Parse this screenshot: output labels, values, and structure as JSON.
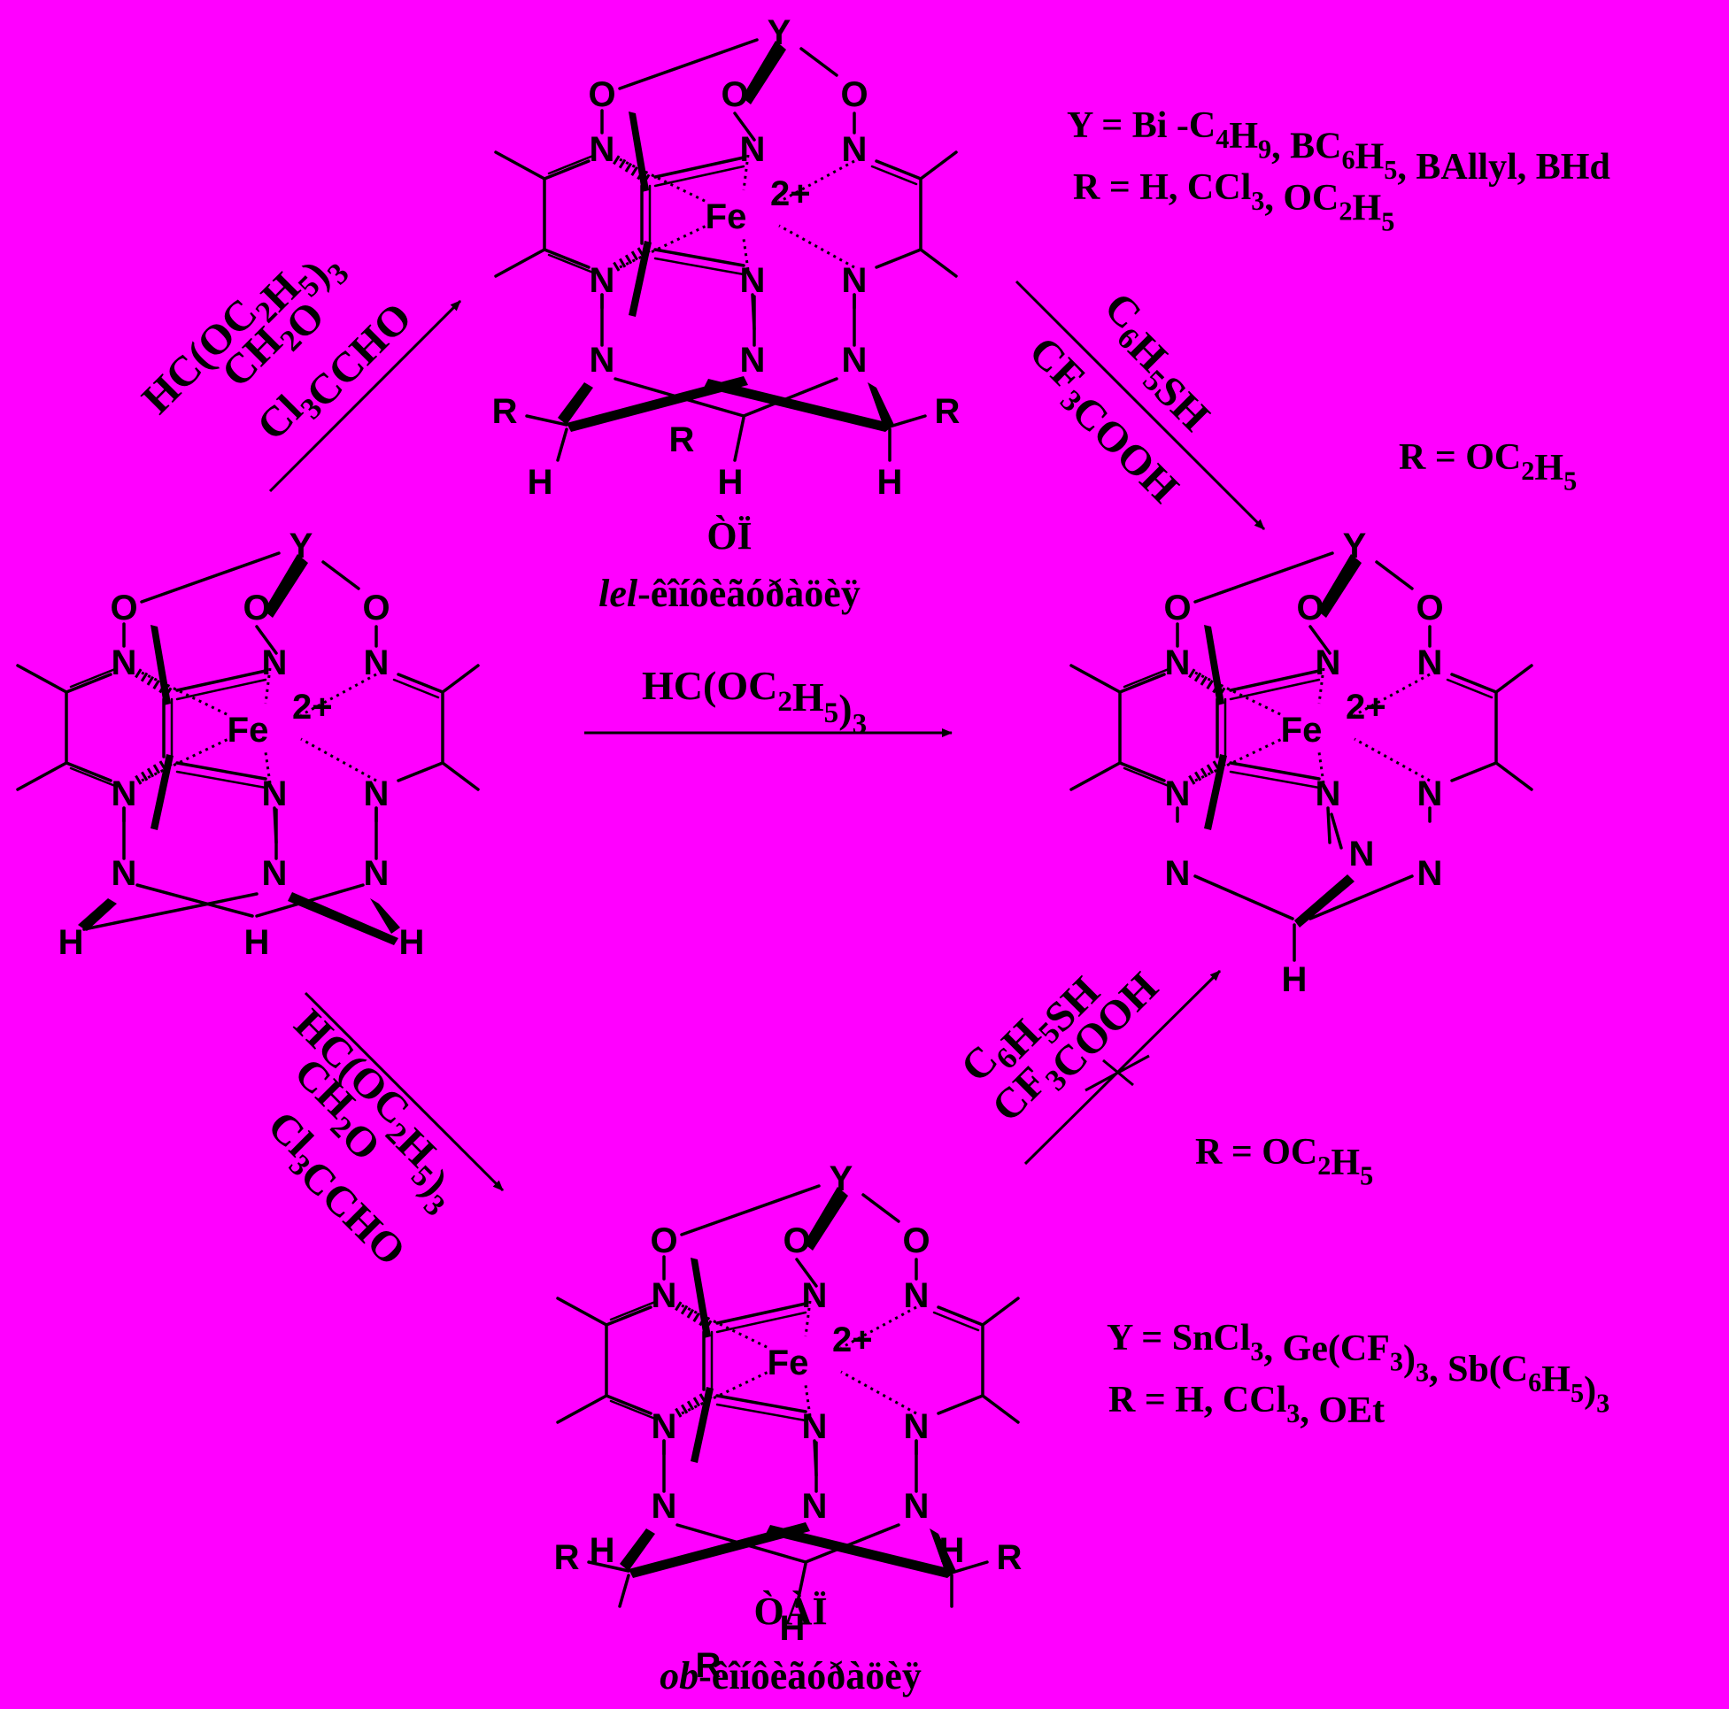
{
  "atoms": {
    "o": "O",
    "n": "N",
    "h": "H",
    "r": "R",
    "y": "Y",
    "fe": "Fe",
    "fe_charge": "2+"
  },
  "reagents": {
    "top_left": [
      "HC(OC2H5)3",
      "CH2O",
      "Cl3CCHO"
    ],
    "middle": "HC(OC2H5)3",
    "top_right": [
      "C6H5SH",
      "CF3COOH"
    ],
    "bottom_left": [
      "HC(OC2H5)3",
      "CH2O",
      "Cl3CCHO"
    ],
    "bottom_right": [
      "C6H5SH",
      "CF3COOH"
    ]
  },
  "conditions": {
    "top": [
      "Y = Bi -C4H9, BC6H5, BAllyl, BHd",
      "R = H, CCl3, OC2H5"
    ],
    "right": "R = OC2H5",
    "bottom_right": "R = OC2H5",
    "bottom": [
      "Y = SnCl3, Ge(CF3)3, Sb(C6H5)3",
      "R = H, CCl3, OEt"
    ]
  },
  "captions": {
    "top_code": "ÒÏ",
    "top_prefix": "lel",
    "top_word": "-êîíôèãóðàöèÿ",
    "bottom_code": "ÒÀÏ",
    "bottom_prefix": "ob",
    "bottom_word": "-êîíôèãóðàöèÿ"
  },
  "colors": {
    "background": "#ff00ff",
    "ink": "#000000",
    "highlight": "#ffffff"
  }
}
